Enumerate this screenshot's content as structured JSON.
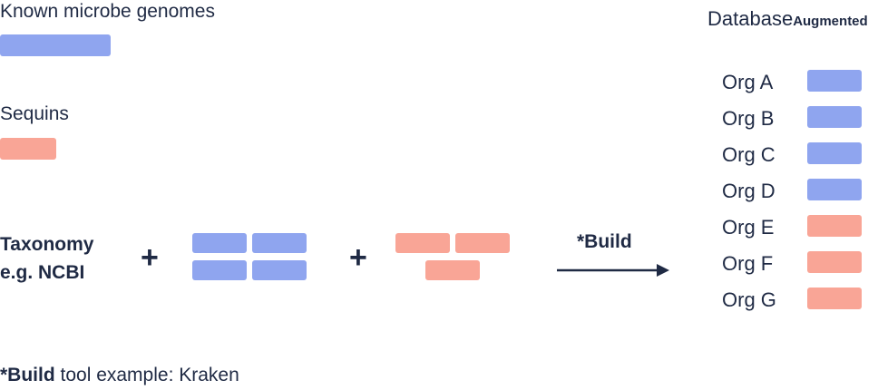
{
  "legend": {
    "genomes_label": "Known microbe genomes",
    "genomes_color": "#8fa5ef",
    "sequins_label": "Sequins",
    "sequins_color": "#f9a596"
  },
  "taxonomy": {
    "line1": "Taxonomy",
    "line2": "e.g. NCBI"
  },
  "operators": {
    "plus": "+"
  },
  "build": {
    "label": "*Build",
    "arrow_icon": "arrow-right-icon"
  },
  "database": {
    "title": "Database",
    "subtitle": "Augmented",
    "orgs": [
      {
        "label": "Org A",
        "kind": "genome"
      },
      {
        "label": "Org B",
        "kind": "genome"
      },
      {
        "label": "Org C",
        "kind": "genome"
      },
      {
        "label": "Org D",
        "kind": "genome"
      },
      {
        "label": "Org E",
        "kind": "sequin"
      },
      {
        "label": "Org F",
        "kind": "sequin"
      },
      {
        "label": "Org G",
        "kind": "sequin"
      }
    ]
  },
  "footnote": {
    "bold": "*Build",
    "rest": " tool example: Kraken"
  }
}
